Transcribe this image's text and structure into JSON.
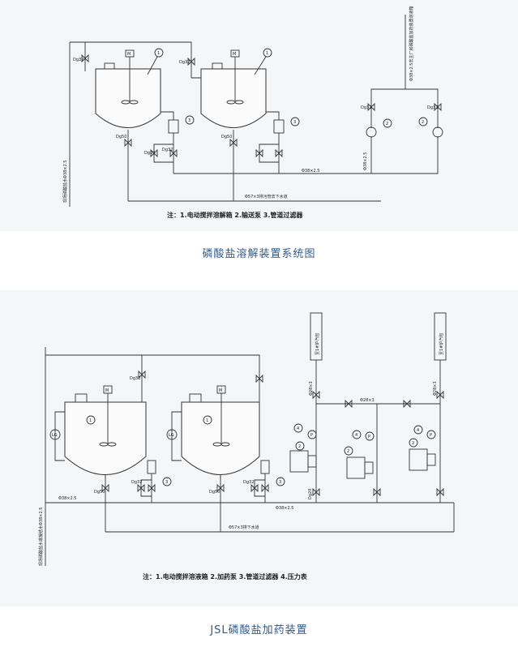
{
  "top": {
    "caption": "磷酸盐溶解装置系统图",
    "note": "注：1.电动搅拌溶解箱  2.输送泵  3.管道过滤器",
    "labels": {
      "drain": "Φ57×3排污管去下水道",
      "pipe_main": "Φ38×2.5",
      "pipe_vertical": "Φ38×2.5",
      "water_supply": "现场磷酸盐水Φ38×2.5",
      "to_dosing": "Φ38×2.5去主厂房磷酸盐加药装置溶液箱",
      "dg32": "Dg32",
      "dg50": "Dg50",
      "m": "M",
      "n1": "1",
      "n2": "2",
      "n3": "3"
    }
  },
  "bottom": {
    "caption": "JSL磷酸盐加药装置",
    "note": "注：1.电动搅拌溶液箱  2.加药泵  3.管道过滤器  4.压力表",
    "labels": {
      "drain": "Φ57×3排下水道",
      "pipe_main": "Φ38×2.5",
      "pipe_main2": "Φ38×2.5",
      "pipe_28": "Φ28×3",
      "pipe_28v": "Φ28×3",
      "to_boiler": "至1#炉汽包",
      "water_supply": "现场磷酸盐水或凝结水Φ38×2.5",
      "dg32": "Dg32",
      "dg50": "Dg50",
      "dg20": "Dg20",
      "lg": "LG",
      "m": "M",
      "p": "P",
      "n1": "1",
      "n2": "2",
      "n3": "3",
      "n4": "4"
    }
  }
}
